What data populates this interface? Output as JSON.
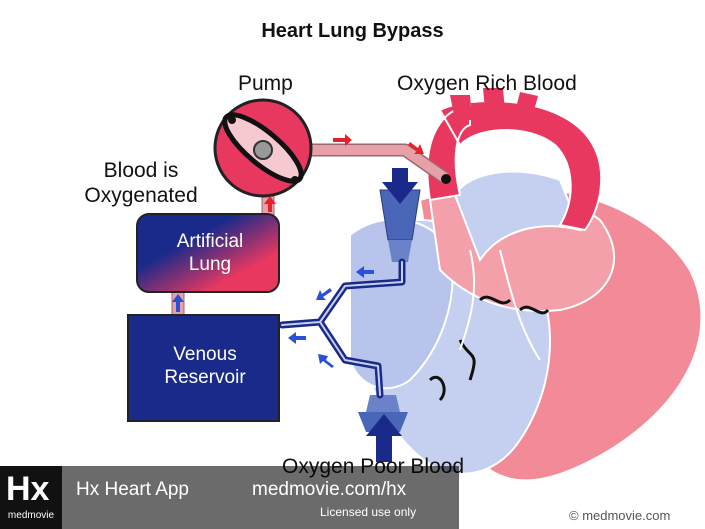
{
  "diagram": {
    "title": "Heart Lung Bypass",
    "labels": {
      "pump": "Pump",
      "oxygen_rich": "Oxygen Rich Blood",
      "oxygenated_line1": "Blood is",
      "oxygenated_line2": "Oxygenated",
      "oxygen_poor": "Oxygen Poor Blood"
    },
    "artificial_lung": {
      "line1": "Artificial",
      "line2": "Lung"
    },
    "venous_reservoir": {
      "line1": "Venous",
      "line2": "Reservoir"
    },
    "colors": {
      "oxygen_rich": "#e8385f",
      "oxygen_poor": "#1a2a8a",
      "heart_pink": "#f4a0aa",
      "heart_blue": "#c5d0f0",
      "tube_pink": "#e8a0a8",
      "arrow_red": "#e8202a",
      "arrow_blue": "#2a50d8"
    },
    "icons": [
      "pump-rotor-icon",
      "flow-arrow-icon"
    ]
  },
  "footer": {
    "logo_text": "Hx",
    "logo_subtext": "medmovie",
    "app_name": "Hx Heart App",
    "url": "medmovie.com/hx",
    "license": "Licensed use only",
    "copyright": "© medmovie.com"
  }
}
